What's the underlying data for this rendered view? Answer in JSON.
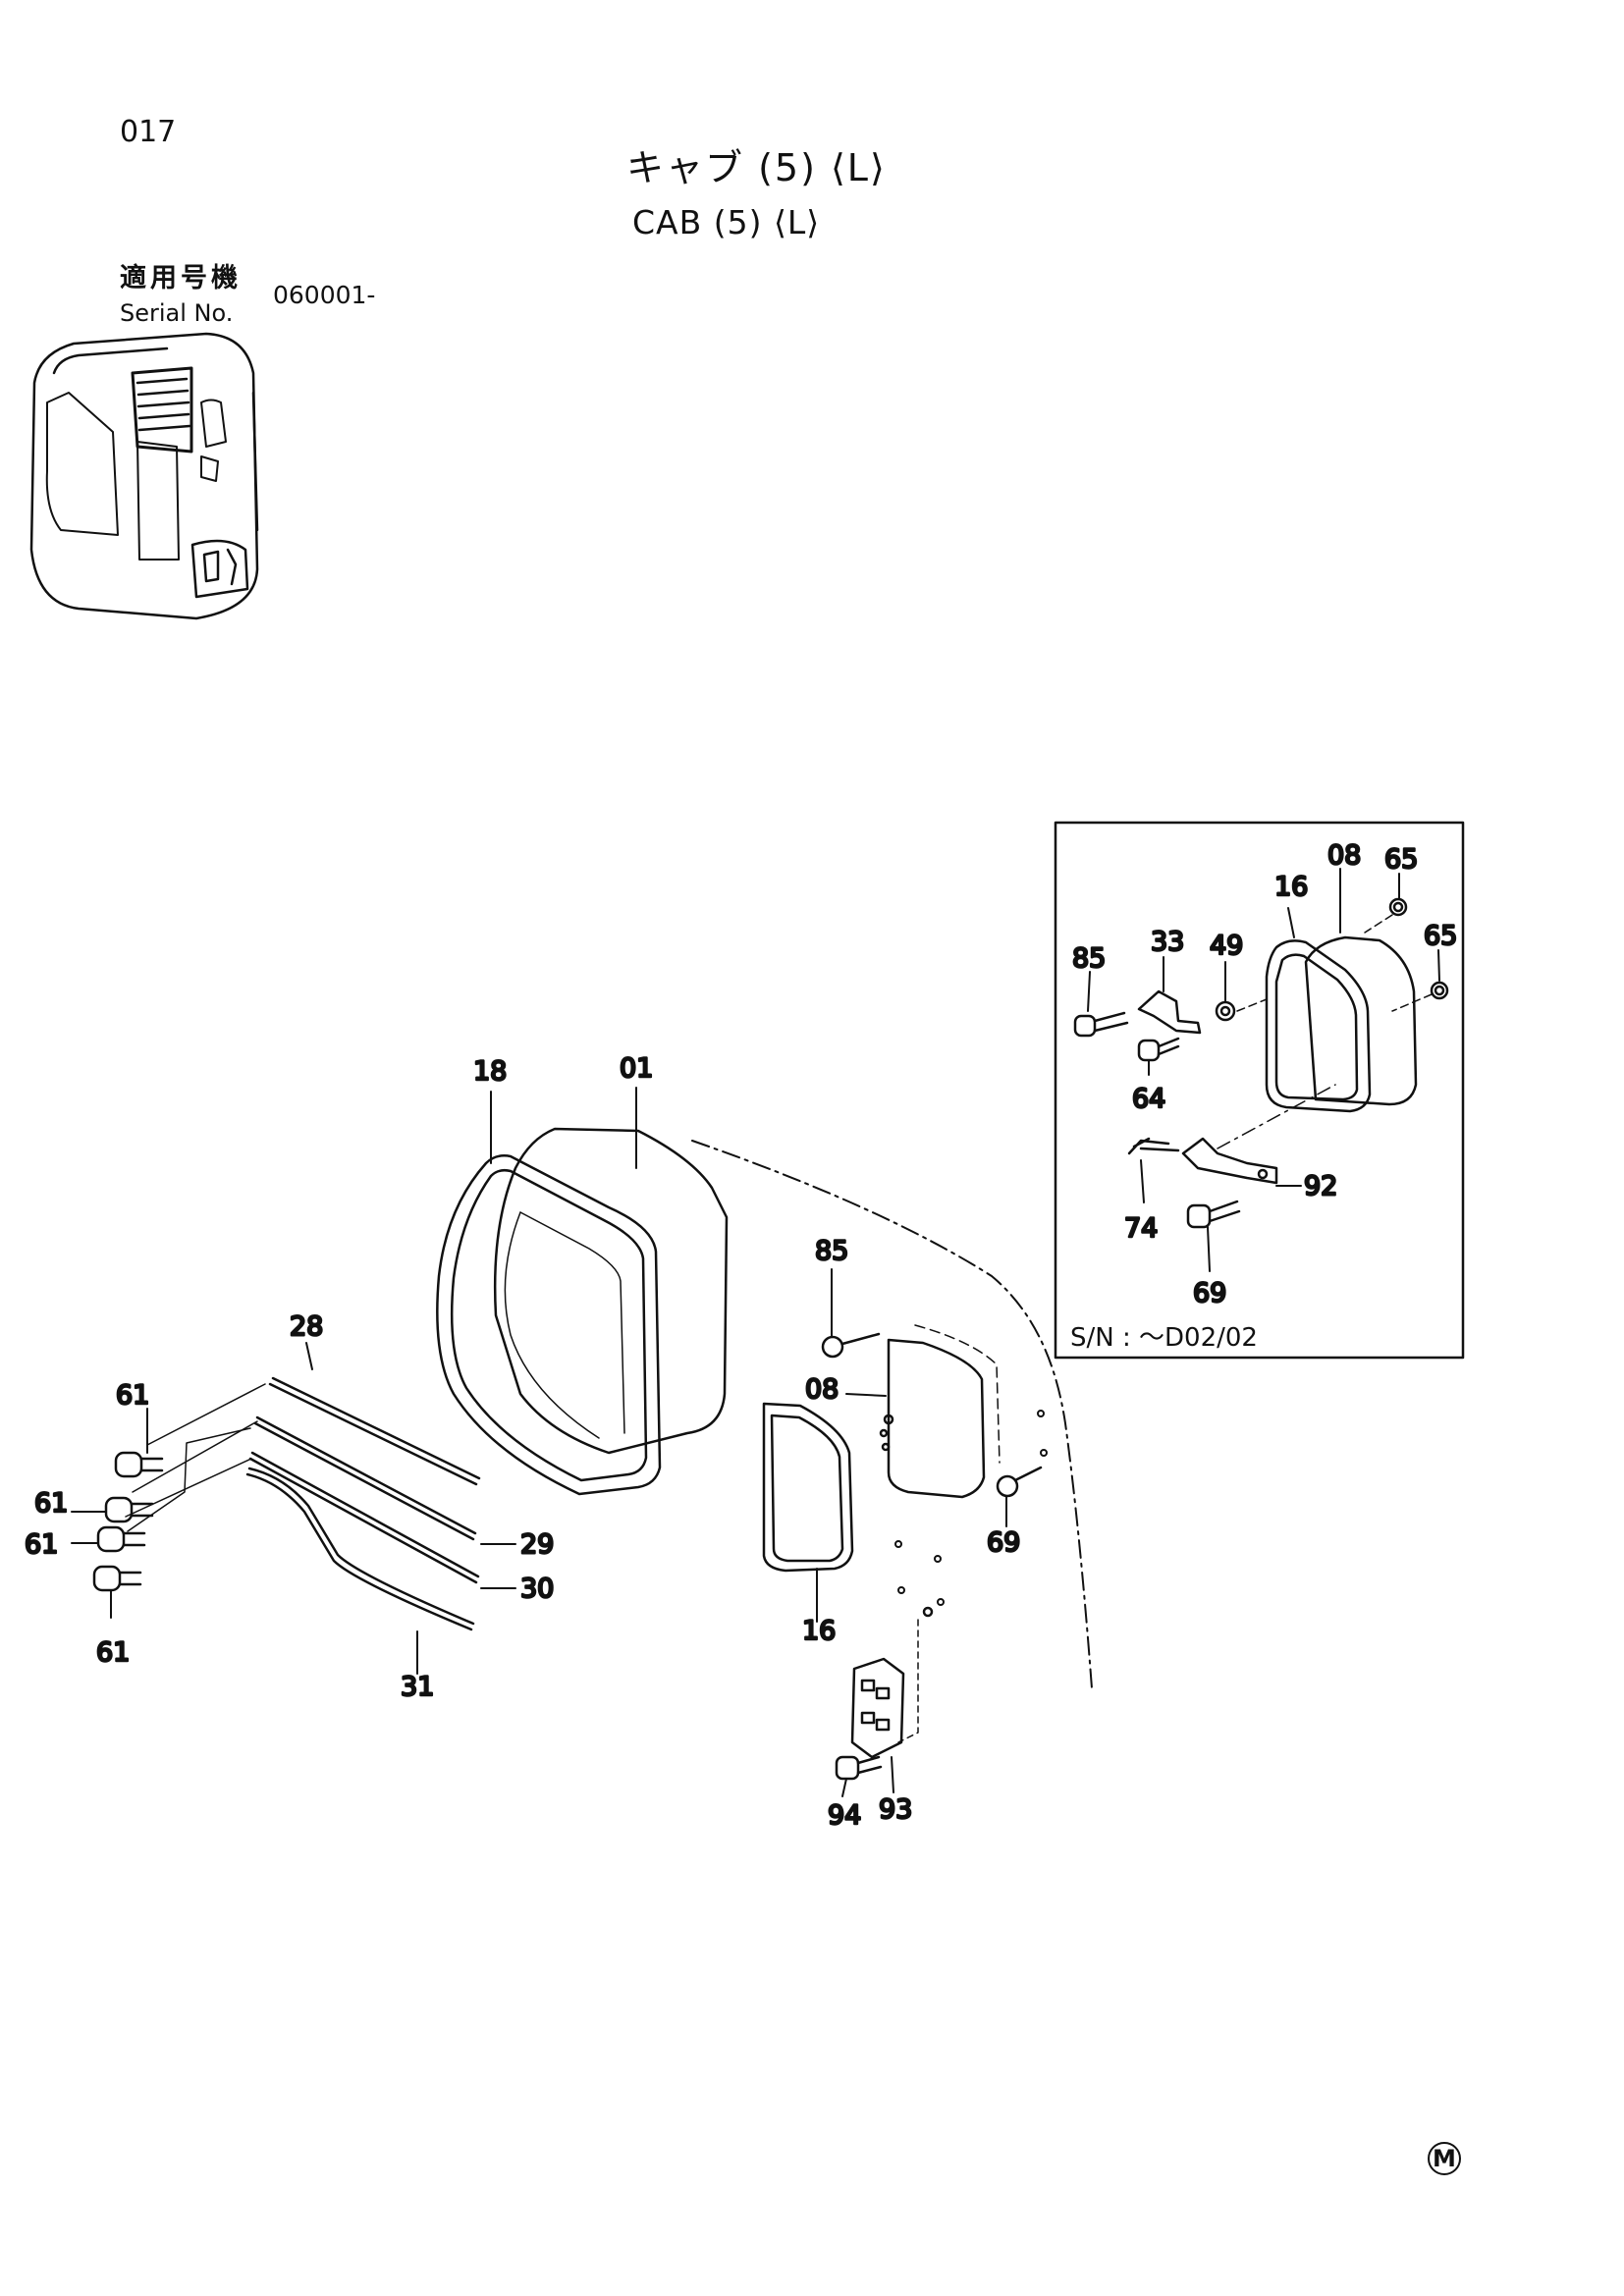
{
  "header": {
    "page_number": "017",
    "title_jp": "キャブ (5) ⟨L⟩",
    "title_en": "CAB (5) ⟨L⟩",
    "serial_label_jp": "適用号機",
    "serial_label_en": "Serial No.",
    "serial_value": "060001-"
  },
  "inset": {
    "serial_note": "S/N : ～D02/02",
    "callouts": [
      "08",
      "65",
      "16",
      "65",
      "85",
      "33",
      "49",
      "64",
      "74",
      "92",
      "69"
    ]
  },
  "callouts": [
    "18",
    "01",
    "28",
    "61",
    "61",
    "61",
    "61",
    "29",
    "30",
    "31",
    "85",
    "08",
    "69",
    "16",
    "94",
    "93"
  ],
  "footer": {
    "mark": "M"
  }
}
